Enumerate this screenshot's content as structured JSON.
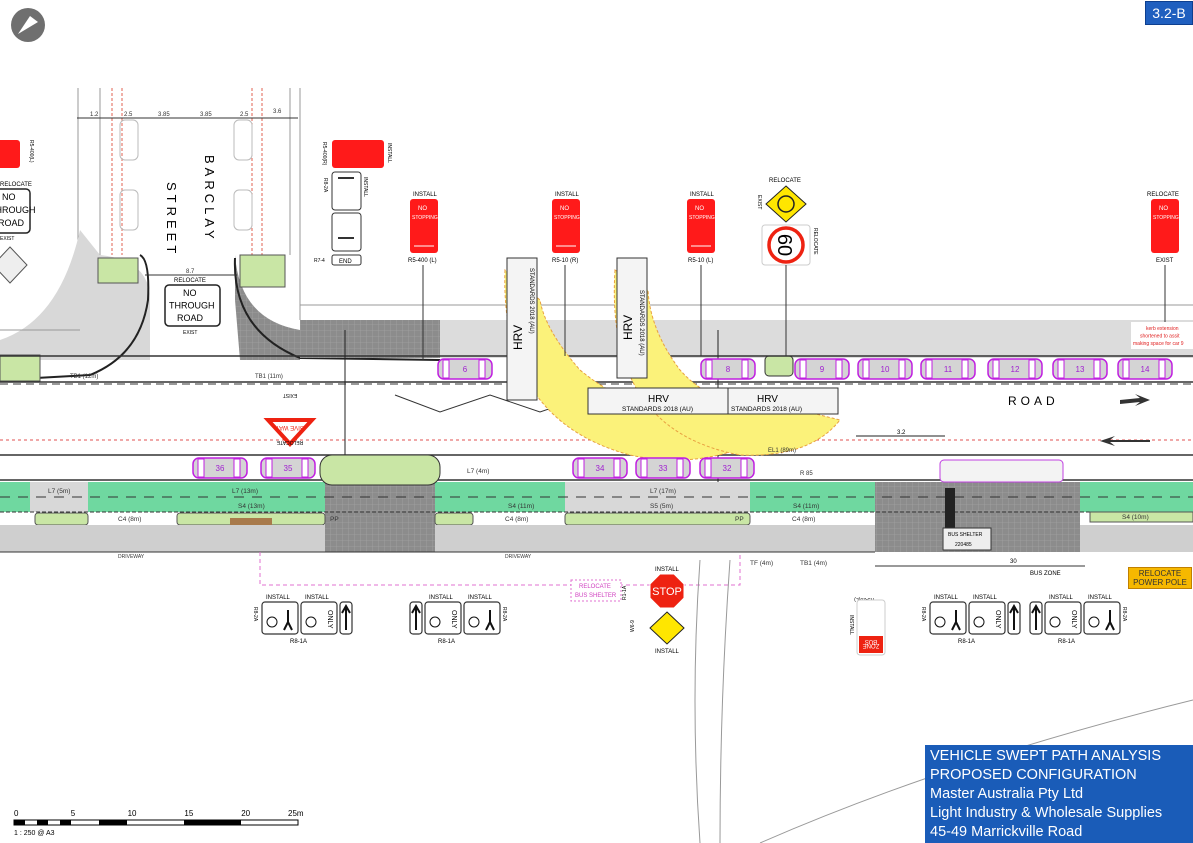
{
  "sheet_id": "3.2-B",
  "title_block": {
    "line1": "VEHICLE SWEPT PATH ANALYSIS",
    "line2": "PROPOSED CONFIGURATION",
    "line3": "Master Australia Pty Ltd",
    "line4": "Light Industry & Wholesale Supplies",
    "line5": "45-49 Marrickville Road"
  },
  "scale": {
    "ticks": [
      "0",
      "5",
      "10",
      "15",
      "20",
      "25m"
    ],
    "label": "1 : 250  @  A3"
  },
  "streets": {
    "barclay_1": "STREET",
    "barclay_2": "BARCLAY",
    "road": "ROAD"
  },
  "dimensions": {
    "d1": "1.2",
    "d2": "2.5",
    "d3": "3.85",
    "d4": "3.85",
    "d5": "2.5",
    "d6": "3.6",
    "d7": "8.7",
    "d8": "30",
    "d9": "3.2"
  },
  "signs": {
    "install": "INSTALL",
    "relocate": "RELOCATE",
    "exist": "EXIST",
    "no_stopping_1": "NO",
    "no_stopping_2": "STOPPING",
    "no_through_1": "NO",
    "no_through_2": "THROUGH",
    "no_through_3": "ROAD",
    "no_through_left_1": "NO",
    "no_through_left_2": "THROUGH",
    "no_through_left_3": "ROAD",
    "r5_400l": "R5-400 (L)",
    "r5_10r": "R5-10 (R)",
    "r5_10l": "R5-10 (L)",
    "r5_400l_left": "R5-400(L)",
    "r5_400r": "R5-400(R)",
    "r8_2a": "R8-2A",
    "r7_4": "R7-4",
    "end": "END",
    "r8_1a": "R8-1A",
    "only": "ONLY",
    "speed": "60",
    "give_way": "GIVE WAY",
    "stop": "STOP",
    "r1_1a": "R1-1A",
    "w6_9": "W6-9",
    "bus_zone_1": "BUS",
    "bus_zone_2": "ZONE",
    "r5_20l": "R5-20(L)",
    "relocate_power": "RELOCATE POWER POLE",
    "relocate_bus_shelter_1": "RELOCATE",
    "relocate_bus_shelter_2": "BUS SHELTER",
    "kerb_note_1": "kerb extension",
    "kerb_note_2": "shortened to assit",
    "kerb_note_3": "making space for car 9"
  },
  "vehicles": {
    "hrv": "HRV",
    "hrv_std": "STANDARDS 2018 (AU)",
    "north_cars": [
      "6",
      "8",
      "9",
      "10",
      "11",
      "12",
      "13",
      "14"
    ],
    "south_cars": [
      "36",
      "35",
      "34",
      "33",
      "32"
    ]
  },
  "labels": {
    "tb1_12": "TB1 (12m)",
    "tb1_11": "TB1 (11m)",
    "l7_5": "L7 (5m)",
    "l7_13": "L7 (13m)",
    "s4_13": "S4 (13m)",
    "c4_8a": "C4 (8m)",
    "l7_4": "L7 (4m)",
    "s4_11a": "S4 (11m)",
    "c4_8b": "C4 (8m)",
    "l7_17": "L7 (17m)",
    "s5_5": "S5 (5m)",
    "c4_8c": "C4 (8m)",
    "s4_11b": "S4 (11m)",
    "s4_10": "S4 (10m)",
    "el1": "EL1 (89m)",
    "tf4": "TF (4m)",
    "tb1_4": "TB1 (4m)",
    "driveway": "DRIVEWAY",
    "bus_shelter": "BUS SHELTER",
    "bus_shelter_id": "220485",
    "bus_zone": "BUS ZONE",
    "pp": "PP",
    "r85": "R 85"
  }
}
